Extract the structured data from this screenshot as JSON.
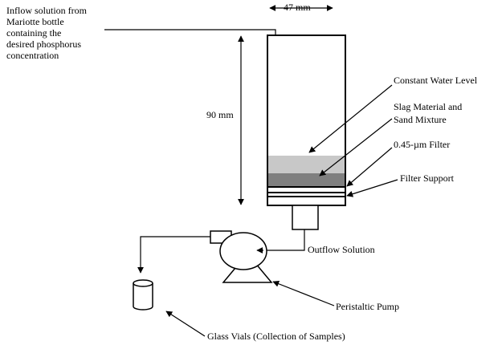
{
  "labels": {
    "inflow": [
      "Inflow solution from",
      "Mariotte bottle",
      "containing the",
      "desired phosphorus",
      "concentration"
    ],
    "width_dim": "47 mm",
    "height_dim": "90 mm",
    "constant_water_level": "Constant Water Level",
    "slag_material": [
      "Slag Material  and",
      "Sand Mixture"
    ],
    "filter": "0.45-µm Filter",
    "filter_support": "Filter Support",
    "outflow": "Outflow Solution",
    "pump": "Peristaltic Pump",
    "vials": "Glass Vials (Collection of Samples)"
  },
  "colors": {
    "slag_light": "#c8c8c8",
    "slag_dark": "#7f7f7f"
  }
}
